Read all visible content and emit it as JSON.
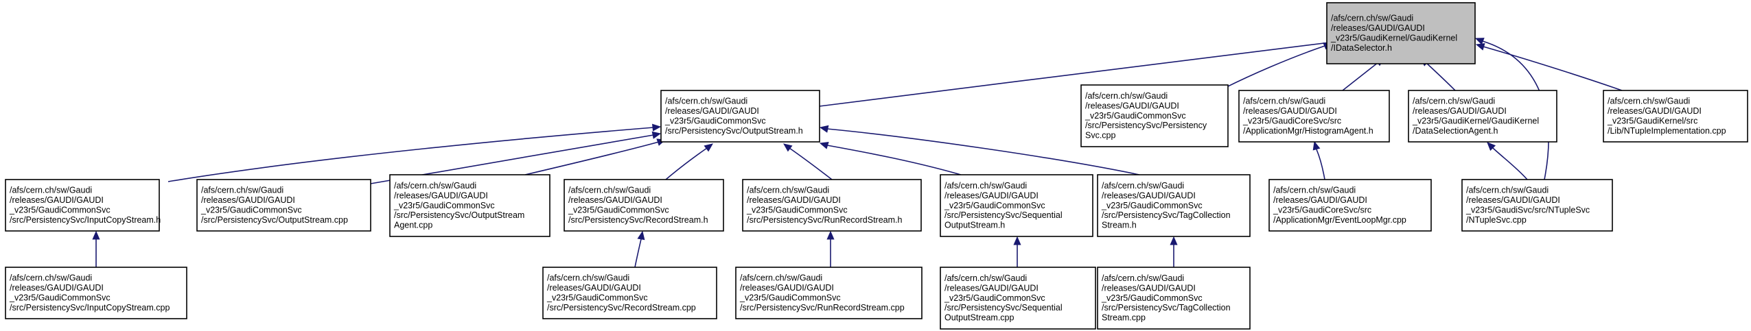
{
  "colors": {
    "node_fill": "#ffffff",
    "root_fill": "#bfbfbf",
    "border": "#000000",
    "edge": "#191970"
  },
  "nodes": [
    {
      "id": "root",
      "highlight": true,
      "lines": [
        "/afs/cern.ch/sw/Gaudi",
        "/releases/GAUDI/GAUDI",
        "_v23r5/GaudiKernel/GaudiKernel",
        "/IDataSelector.h"
      ]
    },
    {
      "id": "outputstream-h",
      "lines": [
        "/afs/cern.ch/sw/Gaudi",
        "/releases/GAUDI/GAUDI",
        "_v23r5/GaudiCommonSvc",
        "/src/PersistencySvc/OutputStream.h"
      ]
    },
    {
      "id": "persistencysvc-cpp",
      "lines": [
        "/afs/cern.ch/sw/Gaudi",
        "/releases/GAUDI/GAUDI",
        "_v23r5/GaudiCommonSvc",
        "/src/PersistencySvc/Persistency",
        "Svc.cpp"
      ]
    },
    {
      "id": "histogramagent-h",
      "lines": [
        "/afs/cern.ch/sw/Gaudi",
        "/releases/GAUDI/GAUDI",
        "_v23r5/GaudiCoreSvc/src",
        "/ApplicationMgr/HistogramAgent.h"
      ]
    },
    {
      "id": "dataselectionagent-h",
      "lines": [
        "/afs/cern.ch/sw/Gaudi",
        "/releases/GAUDI/GAUDI",
        "_v23r5/GaudiKernel/GaudiKernel",
        "/DataSelectionAgent.h"
      ]
    },
    {
      "id": "ntupleimplementation-cpp",
      "lines": [
        "/afs/cern.ch/sw/Gaudi",
        "/releases/GAUDI/GAUDI",
        "_v23r5/GaudiKernel/src",
        "/Lib/NTupleImplementation.cpp"
      ]
    },
    {
      "id": "inputcopystream-h",
      "lines": [
        "/afs/cern.ch/sw/Gaudi",
        "/releases/GAUDI/GAUDI",
        "_v23r5/GaudiCommonSvc",
        "/src/PersistencySvc/InputCopyStream.h"
      ]
    },
    {
      "id": "outputstream-cpp",
      "lines": [
        "/afs/cern.ch/sw/Gaudi",
        "/releases/GAUDI/GAUDI",
        "_v23r5/GaudiCommonSvc",
        "/src/PersistencySvc/OutputStream.cpp"
      ]
    },
    {
      "id": "outputstreamagent-cpp",
      "lines": [
        "/afs/cern.ch/sw/Gaudi",
        "/releases/GAUDI/GAUDI",
        "_v23r5/GaudiCommonSvc",
        "/src/PersistencySvc/OutputStream",
        "Agent.cpp"
      ]
    },
    {
      "id": "recordstream-h",
      "lines": [
        "/afs/cern.ch/sw/Gaudi",
        "/releases/GAUDI/GAUDI",
        "_v23r5/GaudiCommonSvc",
        "/src/PersistencySvc/RecordStream.h"
      ]
    },
    {
      "id": "runrecordstream-h",
      "lines": [
        "/afs/cern.ch/sw/Gaudi",
        "/releases/GAUDI/GAUDI",
        "_v23r5/GaudiCommonSvc",
        "/src/PersistencySvc/RunRecordStream.h"
      ]
    },
    {
      "id": "sequentialoutputstream-h",
      "lines": [
        "/afs/cern.ch/sw/Gaudi",
        "/releases/GAUDI/GAUDI",
        "_v23r5/GaudiCommonSvc",
        "/src/PersistencySvc/Sequential",
        "OutputStream.h"
      ]
    },
    {
      "id": "tagcollectionstream-h",
      "lines": [
        "/afs/cern.ch/sw/Gaudi",
        "/releases/GAUDI/GAUDI",
        "_v23r5/GaudiCommonSvc",
        "/src/PersistencySvc/TagCollection",
        "Stream.h"
      ]
    },
    {
      "id": "eventloopmgr-cpp",
      "lines": [
        "/afs/cern.ch/sw/Gaudi",
        "/releases/GAUDI/GAUDI",
        "_v23r5/GaudiCoreSvc/src",
        "/ApplicationMgr/EventLoopMgr.cpp"
      ]
    },
    {
      "id": "ntuplesvc-cpp",
      "lines": [
        "/afs/cern.ch/sw/Gaudi",
        "/releases/GAUDI/GAUDI",
        "_v23r5/GaudiSvc/src/NTupleSvc",
        "/NTupleSvc.cpp"
      ]
    },
    {
      "id": "inputcopystream-cpp",
      "lines": [
        "/afs/cern.ch/sw/Gaudi",
        "/releases/GAUDI/GAUDI",
        "_v23r5/GaudiCommonSvc",
        "/src/PersistencySvc/InputCopyStream.cpp"
      ]
    },
    {
      "id": "recordstream-cpp",
      "lines": [
        "/afs/cern.ch/sw/Gaudi",
        "/releases/GAUDI/GAUDI",
        "_v23r5/GaudiCommonSvc",
        "/src/PersistencySvc/RecordStream.cpp"
      ]
    },
    {
      "id": "runrecordstream-cpp",
      "lines": [
        "/afs/cern.ch/sw/Gaudi",
        "/releases/GAUDI/GAUDI",
        "_v23r5/GaudiCommonSvc",
        "/src/PersistencySvc/RunRecordStream.cpp"
      ]
    },
    {
      "id": "sequentialoutputstream-cpp",
      "lines": [
        "/afs/cern.ch/sw/Gaudi",
        "/releases/GAUDI/GAUDI",
        "_v23r5/GaudiCommonSvc",
        "/src/PersistencySvc/Sequential",
        "OutputStream.cpp"
      ]
    },
    {
      "id": "tagcollectionstream-cpp",
      "lines": [
        "/afs/cern.ch/sw/Gaudi",
        "/releases/GAUDI/GAUDI",
        "_v23r5/GaudiCommonSvc",
        "/src/PersistencySvc/TagCollection",
        "Stream.cpp"
      ]
    }
  ],
  "edges": [
    {
      "from": "outputstream-h",
      "to": "root"
    },
    {
      "from": "persistencysvc-cpp",
      "to": "root"
    },
    {
      "from": "histogramagent-h",
      "to": "root"
    },
    {
      "from": "dataselectionagent-h",
      "to": "root"
    },
    {
      "from": "ntupleimplementation-cpp",
      "to": "root"
    },
    {
      "from": "ntuplesvc-cpp",
      "to": "root"
    },
    {
      "from": "inputcopystream-h",
      "to": "outputstream-h"
    },
    {
      "from": "outputstream-cpp",
      "to": "outputstream-h"
    },
    {
      "from": "outputstreamagent-cpp",
      "to": "outputstream-h"
    },
    {
      "from": "recordstream-h",
      "to": "outputstream-h"
    },
    {
      "from": "runrecordstream-h",
      "to": "outputstream-h"
    },
    {
      "from": "sequentialoutputstream-h",
      "to": "outputstream-h"
    },
    {
      "from": "tagcollectionstream-h",
      "to": "outputstream-h"
    },
    {
      "from": "eventloopmgr-cpp",
      "to": "histogramagent-h"
    },
    {
      "from": "ntuplesvc-cpp",
      "to": "dataselectionagent-h"
    },
    {
      "from": "inputcopystream-cpp",
      "to": "inputcopystream-h"
    },
    {
      "from": "recordstream-cpp",
      "to": "recordstream-h"
    },
    {
      "from": "runrecordstream-cpp",
      "to": "runrecordstream-h"
    },
    {
      "from": "sequentialoutputstream-cpp",
      "to": "sequentialoutputstream-h"
    },
    {
      "from": "tagcollectionstream-cpp",
      "to": "tagcollectionstream-h"
    }
  ]
}
